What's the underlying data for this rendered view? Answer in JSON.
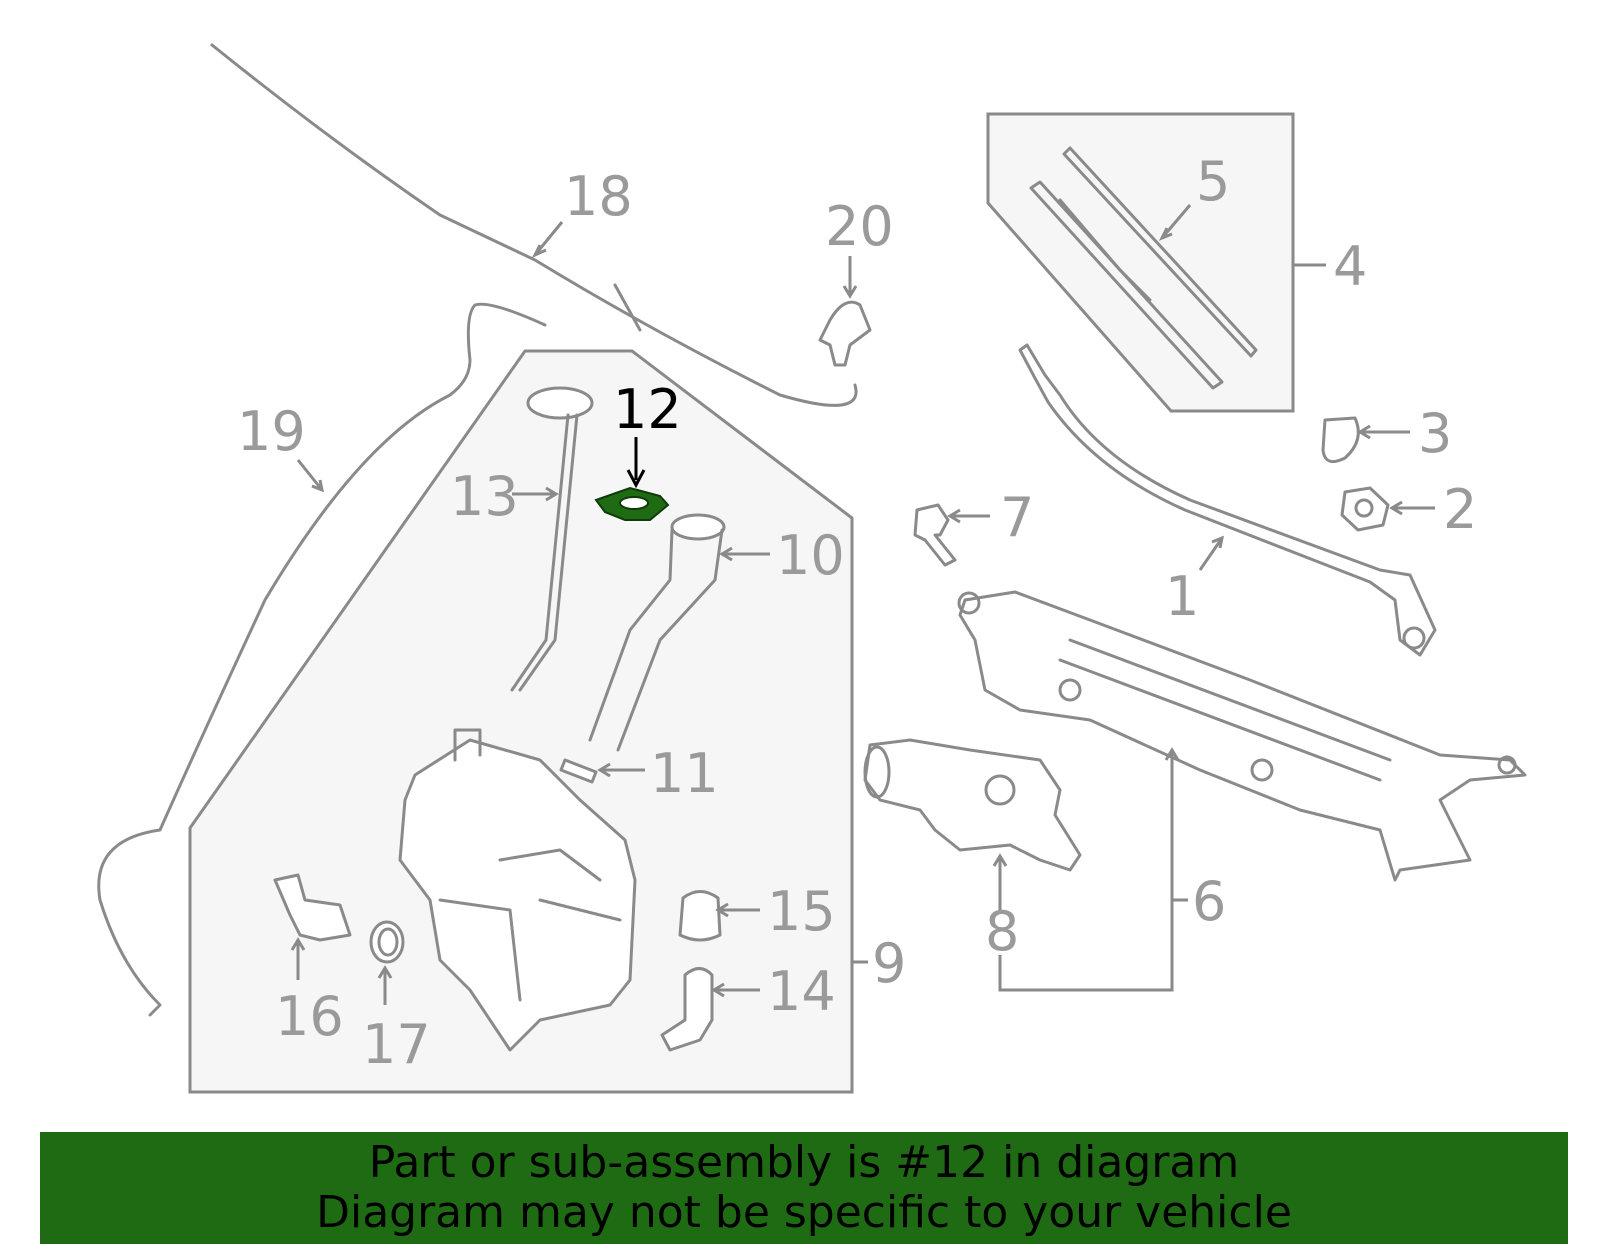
{
  "callouts": {
    "c1": "1",
    "c2": "2",
    "c3": "3",
    "c4": "4",
    "c5": "5",
    "c6": "6",
    "c7": "7",
    "c8": "8",
    "c9": "9",
    "c10": "10",
    "c11": "11",
    "c12": "12",
    "c13": "13",
    "c14": "14",
    "c15": "15",
    "c16": "16",
    "c17": "17",
    "c18": "18",
    "c19": "19",
    "c20": "20"
  },
  "highlight": {
    "part_number": "12",
    "color": "#1f6b14"
  },
  "colors": {
    "line": "#8a8a8a",
    "box_fill": "#f6f6f6",
    "banner_bg": "#1f6b14"
  },
  "banner": {
    "line1": "Part or sub-assembly is #12 in diagram",
    "line2": "Diagram may not be specific to your vehicle"
  }
}
